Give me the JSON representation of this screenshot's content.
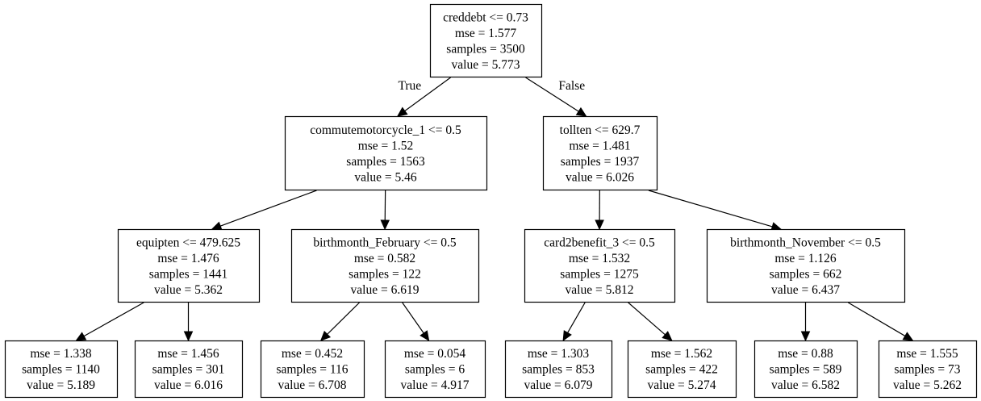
{
  "nodes": [
    {
      "id": "root",
      "lines": [
        "creddebt <= 0.73",
        "mse = 1.577",
        "samples = 3500",
        "value = 5.773"
      ]
    },
    {
      "id": "n1",
      "lines": [
        "commutemotorcycle_1 <= 0.5",
        "mse = 1.52",
        "samples = 1563",
        "value = 5.46"
      ]
    },
    {
      "id": "n2",
      "lines": [
        "tollten <= 629.7",
        "mse = 1.481",
        "samples = 1937",
        "value = 6.026"
      ]
    },
    {
      "id": "n3",
      "lines": [
        "equipten <= 479.625",
        "mse = 1.476",
        "samples = 1441",
        "value = 5.362"
      ]
    },
    {
      "id": "n4",
      "lines": [
        "birthmonth_February <= 0.5",
        "mse = 0.582",
        "samples = 122",
        "value = 6.619"
      ]
    },
    {
      "id": "n5",
      "lines": [
        "card2benefit_3 <= 0.5",
        "mse = 1.532",
        "samples = 1275",
        "value = 5.812"
      ]
    },
    {
      "id": "n6",
      "lines": [
        "birthmonth_November <= 0.5",
        "mse = 1.126",
        "samples = 662",
        "value = 6.437"
      ]
    },
    {
      "id": "l1",
      "lines": [
        "mse = 1.338",
        "samples = 1140",
        "value = 5.189"
      ]
    },
    {
      "id": "l2",
      "lines": [
        "mse = 1.456",
        "samples = 301",
        "value = 6.016"
      ]
    },
    {
      "id": "l3",
      "lines": [
        "mse = 0.452",
        "samples = 116",
        "value = 6.708"
      ]
    },
    {
      "id": "l4",
      "lines": [
        "mse = 0.054",
        "samples = 6",
        "value = 4.917"
      ]
    },
    {
      "id": "l5",
      "lines": [
        "mse = 1.303",
        "samples = 853",
        "value = 6.079"
      ]
    },
    {
      "id": "l6",
      "lines": [
        "mse = 1.562",
        "samples = 422",
        "value = 5.274"
      ]
    },
    {
      "id": "l7",
      "lines": [
        "mse = 0.88",
        "samples = 589",
        "value = 6.582"
      ]
    },
    {
      "id": "l8",
      "lines": [
        "mse = 1.555",
        "samples = 73",
        "value = 5.262"
      ]
    }
  ],
  "edges": [
    {
      "from": "root",
      "to": "n1",
      "label": "True"
    },
    {
      "from": "root",
      "to": "n2",
      "label": "False"
    },
    {
      "from": "n1",
      "to": "n3",
      "label": ""
    },
    {
      "from": "n1",
      "to": "n4",
      "label": ""
    },
    {
      "from": "n2",
      "to": "n5",
      "label": ""
    },
    {
      "from": "n2",
      "to": "n6",
      "label": ""
    },
    {
      "from": "n3",
      "to": "l1",
      "label": ""
    },
    {
      "from": "n3",
      "to": "l2",
      "label": ""
    },
    {
      "from": "n4",
      "to": "l3",
      "label": ""
    },
    {
      "from": "n4",
      "to": "l4",
      "label": ""
    },
    {
      "from": "n5",
      "to": "l5",
      "label": ""
    },
    {
      "from": "n5",
      "to": "l6",
      "label": ""
    },
    {
      "from": "n6",
      "to": "l7",
      "label": ""
    },
    {
      "from": "n6",
      "to": "l8",
      "label": ""
    }
  ]
}
